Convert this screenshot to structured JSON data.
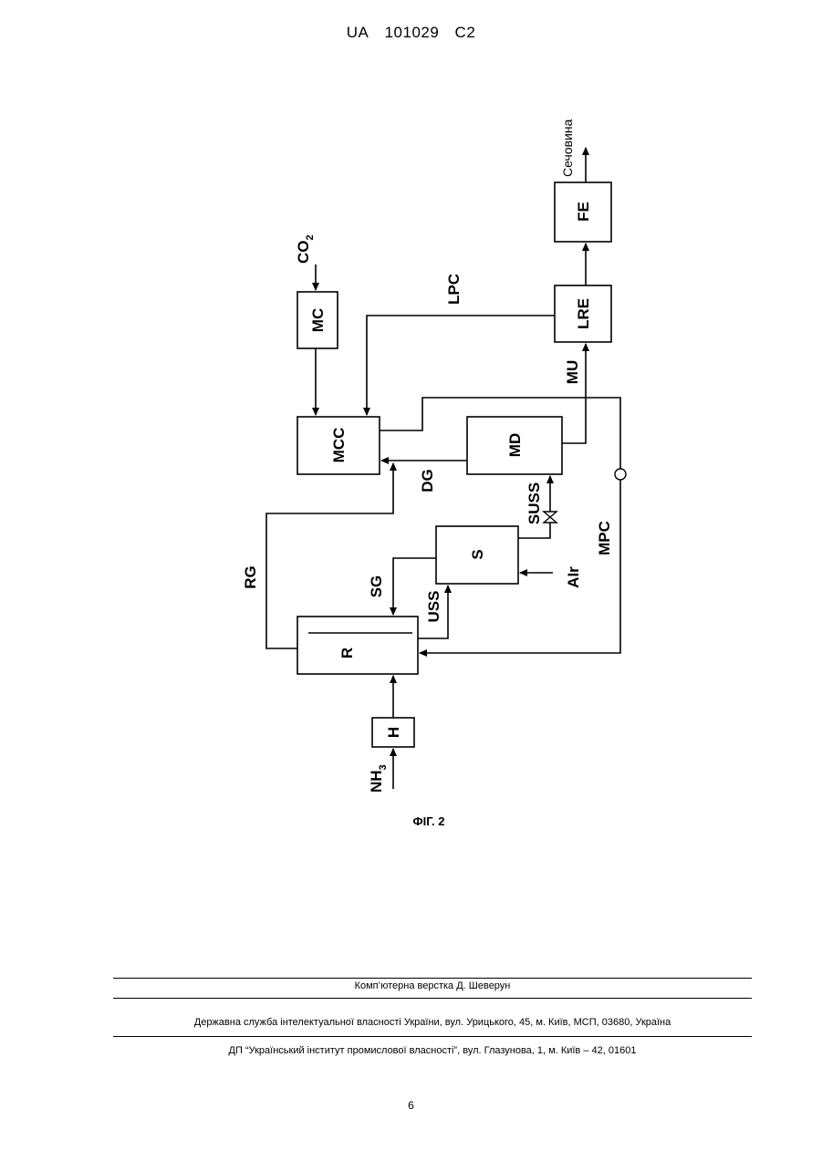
{
  "header": {
    "country": "UA",
    "number": "101029",
    "kind": "C2"
  },
  "diagram": {
    "units": {
      "h": "H",
      "r": "R",
      "s": "S",
      "mcc": "MCC",
      "md": "MD",
      "mc": "MC",
      "lre": "LRE",
      "fe": "FE"
    },
    "streams": {
      "nh3_main": "NH",
      "nh3_sub": "3",
      "co2_main": "CO",
      "co2_sub": "2",
      "rg": "RG",
      "sg": "SG",
      "uss": "USS",
      "suss": "SUSS",
      "air": "AIr",
      "dg": "DG",
      "mpc": "MPC",
      "mu": "MU",
      "lpc": "LPC",
      "product": "Сечовина"
    },
    "caption": "ФІГ. 2"
  },
  "footer": {
    "layout": "Комп’ютерна верстка Д. Шеверун",
    "agency": "Державна служба інтелектуальної власності України, вул. Урицького, 45, м. Київ, МСП, 03680, Україна",
    "institute": "ДП “Український інститут промислової власності”, вул. Глазунова, 1, м. Київ – 42, 01601"
  },
  "page_number": "6"
}
